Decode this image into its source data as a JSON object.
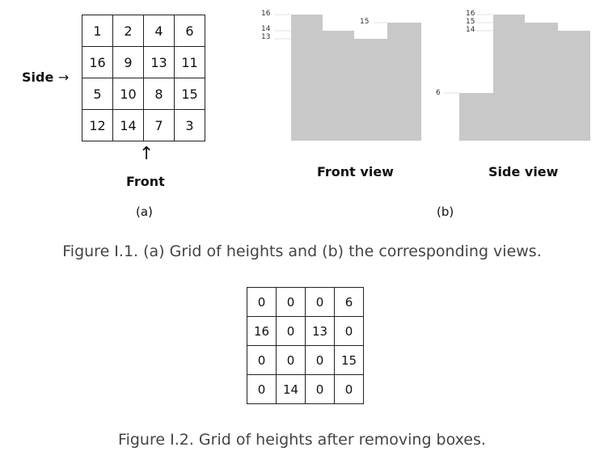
{
  "figure1": {
    "grid": [
      [
        "1",
        "2",
        "4",
        "6"
      ],
      [
        "16",
        "9",
        "13",
        "11"
      ],
      [
        "5",
        "10",
        "8",
        "15"
      ],
      [
        "12",
        "14",
        "7",
        "3"
      ]
    ],
    "side_label": "Side",
    "side_arrow": "→",
    "front_label": "Front",
    "front_arrow": "↑",
    "panel_a_label": "(a)",
    "panel_b_label": "(b)",
    "front_view": {
      "title": "Front view",
      "heights": [
        16,
        14,
        13,
        15
      ],
      "tick_labels": [
        "16",
        "14",
        "13",
        "15"
      ]
    },
    "side_view": {
      "title": "Side view",
      "heights": [
        6,
        16,
        15,
        14
      ],
      "tick_labels": [
        "16",
        "15",
        "14",
        "6"
      ]
    },
    "caption": "Figure I.1. (a) Grid of heights and (b) the corresponding views."
  },
  "figure2": {
    "grid": [
      [
        "0",
        "0",
        "0",
        "6"
      ],
      [
        "16",
        "0",
        "13",
        "0"
      ],
      [
        "0",
        "0",
        "0",
        "15"
      ],
      [
        "0",
        "14",
        "0",
        "0"
      ]
    ],
    "caption": "Figure I.2. Grid of heights after removing boxes."
  },
  "colors": {
    "view_fill": "#c8c8c8",
    "grid_line": "#222222",
    "caption": "#444444"
  }
}
